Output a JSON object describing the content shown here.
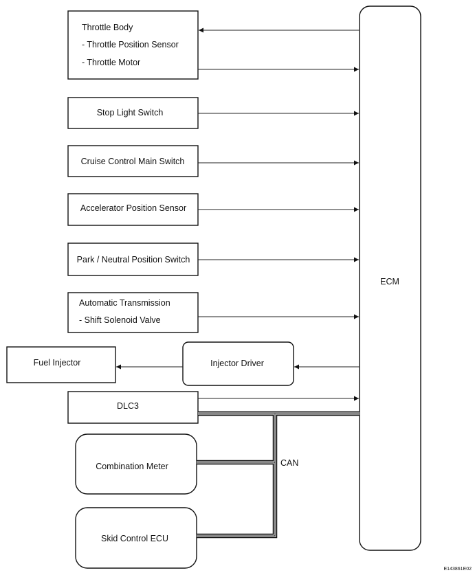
{
  "ecm": {
    "label": "ECM"
  },
  "components": {
    "throttle_body": {
      "title": "Throttle Body",
      "lines": [
        "- Throttle Position Sensor",
        "- Throttle Motor"
      ]
    },
    "stop_light_switch": {
      "title": "Stop Light Switch"
    },
    "cruise_control_main_switch": {
      "title": "Cruise Control Main Switch"
    },
    "accelerator_position_sensor": {
      "title": "Accelerator Position Sensor"
    },
    "park_neutral_position_switch": {
      "title": "Park / Neutral Position Switch"
    },
    "automatic_transmission": {
      "title": "Automatic Transmission",
      "lines": [
        "- Shift Solenoid Valve"
      ]
    },
    "fuel_injector": {
      "title": "Fuel Injector"
    },
    "injector_driver": {
      "title": "Injector Driver"
    },
    "dlc3": {
      "title": "DLC3"
    },
    "combination_meter": {
      "title": "Combination Meter"
    },
    "skid_control_ecu": {
      "title": "Skid Control ECU"
    }
  },
  "bus": {
    "label": "CAN"
  },
  "figure_code": "E143861E02"
}
